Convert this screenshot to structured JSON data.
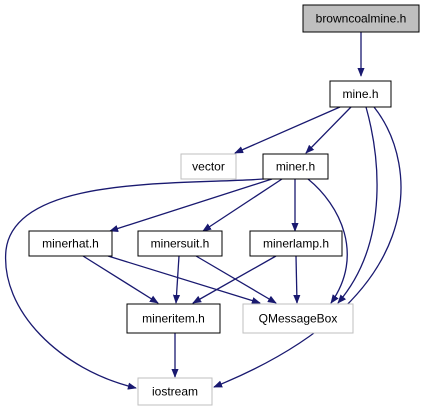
{
  "diagram": {
    "colors": {
      "edge": "#191970",
      "root_fill": "#bfbfbf",
      "node_border": "#000000",
      "system_border": "#bfbfbf",
      "node_fill": "#ffffff"
    },
    "nodes": {
      "browncoalmine": {
        "label": "browncoalmine.h",
        "kind": "root"
      },
      "mine": {
        "label": "mine.h",
        "kind": "header"
      },
      "vector": {
        "label": "vector",
        "kind": "system"
      },
      "miner": {
        "label": "miner.h",
        "kind": "header"
      },
      "minerhat": {
        "label": "minerhat.h",
        "kind": "header"
      },
      "minersuit": {
        "label": "minersuit.h",
        "kind": "header"
      },
      "minerlamp": {
        "label": "minerlamp.h",
        "kind": "header"
      },
      "mineritem": {
        "label": "mineritem.h",
        "kind": "header"
      },
      "qmessagebox": {
        "label": "QMessageBox",
        "kind": "system"
      },
      "iostream": {
        "label": "iostream",
        "kind": "system"
      }
    },
    "edges": [
      {
        "from": "browncoalmine",
        "to": "mine"
      },
      {
        "from": "mine",
        "to": "vector"
      },
      {
        "from": "mine",
        "to": "miner"
      },
      {
        "from": "mine",
        "to": "qmessagebox"
      },
      {
        "from": "mine",
        "to": "iostream"
      },
      {
        "from": "miner",
        "to": "minerhat"
      },
      {
        "from": "miner",
        "to": "minersuit"
      },
      {
        "from": "miner",
        "to": "minerlamp"
      },
      {
        "from": "miner",
        "to": "qmessagebox"
      },
      {
        "from": "miner",
        "to": "iostream"
      },
      {
        "from": "minerhat",
        "to": "mineritem"
      },
      {
        "from": "minerhat",
        "to": "qmessagebox"
      },
      {
        "from": "minersuit",
        "to": "mineritem"
      },
      {
        "from": "minersuit",
        "to": "qmessagebox"
      },
      {
        "from": "minerlamp",
        "to": "mineritem"
      },
      {
        "from": "minerlamp",
        "to": "qmessagebox"
      },
      {
        "from": "mineritem",
        "to": "iostream"
      }
    ]
  }
}
